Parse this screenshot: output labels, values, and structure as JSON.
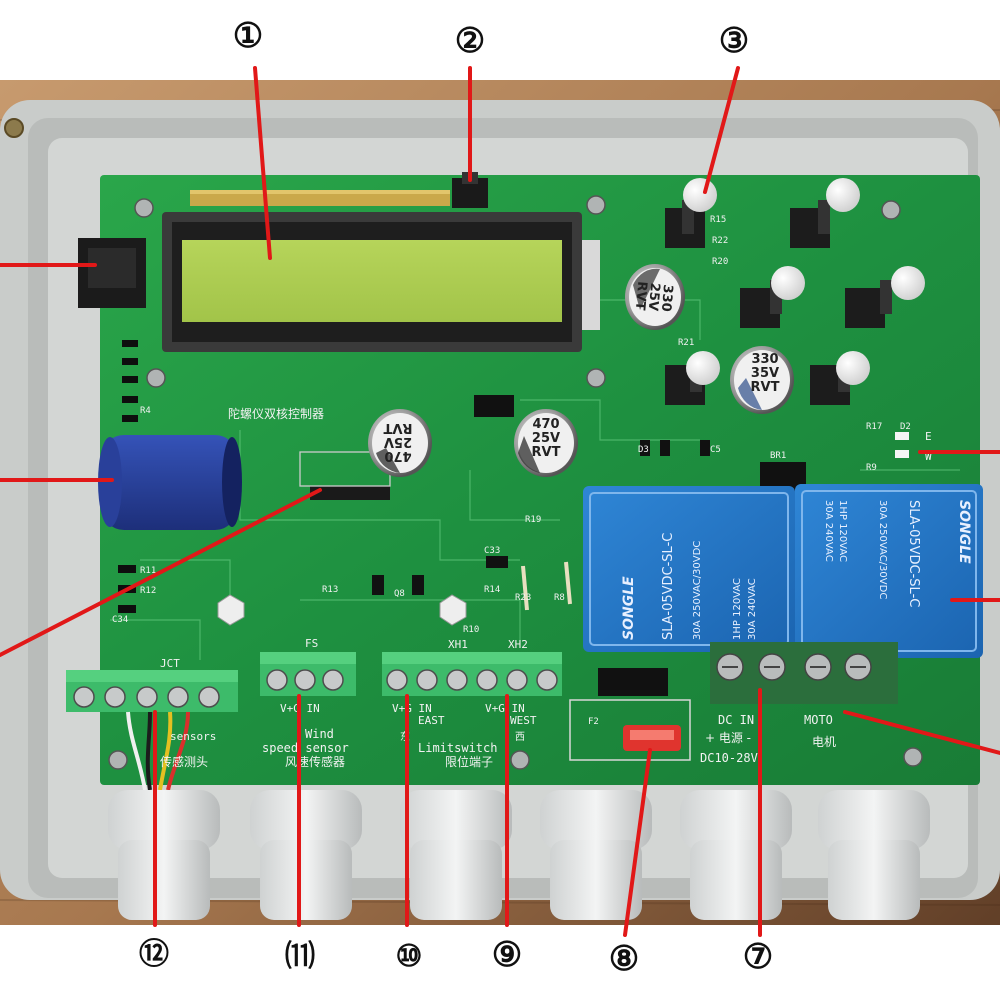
{
  "callouts": [
    "①",
    "②",
    "③",
    "⑫",
    "⑾",
    "⑩",
    "⑨",
    "⑧",
    "⑦"
  ],
  "capacitors": {
    "c1": [
      "330",
      "25V",
      "RVT"
    ],
    "c2": [
      "330",
      "35V",
      "RVT"
    ],
    "c3": [
      "470",
      "25V",
      "RVT"
    ],
    "c4": [
      "470",
      "25V",
      "RVT"
    ]
  },
  "relay": {
    "brand": "SONGLE",
    "model": "SLA-05VDC-SL-C",
    "rating_line1": "30A 250VAC/30VDC",
    "rating_line2": "1HP 120VAC",
    "rating_line3": "30A 240VAC"
  },
  "silkscreen": {
    "board_title": "陀螺仪双核控制器",
    "jct": "JCT",
    "fs": "FS",
    "xh1": "XH1",
    "xh2": "XH2",
    "vgin_1": "V+G IN",
    "vgin_2": "V+G IN",
    "vgin_3": "V+G IN",
    "east": "EAST",
    "west": "WEST",
    "east_cn": "东",
    "west_cn": "西",
    "sensors": "sensors",
    "sensor_cn": "传感测头",
    "wind1": "Wind",
    "wind2": "speed sensor",
    "wind_cn": "风速传感器",
    "limit1": "Limitswitch",
    "limit_cn": "限位端子",
    "dcin": "DC IN",
    "power_cn": "+ 电源 -",
    "dc_range": "DC10-28V",
    "moto": "MOTO",
    "moto_cn": "电机",
    "e": "E",
    "w": "W",
    "r": [
      "R15",
      "R22",
      "R20",
      "R21",
      "R17",
      "R9",
      "R13",
      "R14",
      "R19",
      "R23",
      "R8",
      "R10",
      "R11",
      "R12",
      "R4",
      "C34",
      "C33",
      "C5",
      "D2",
      "D3",
      "Q8",
      "F2",
      "BR1"
    ]
  }
}
